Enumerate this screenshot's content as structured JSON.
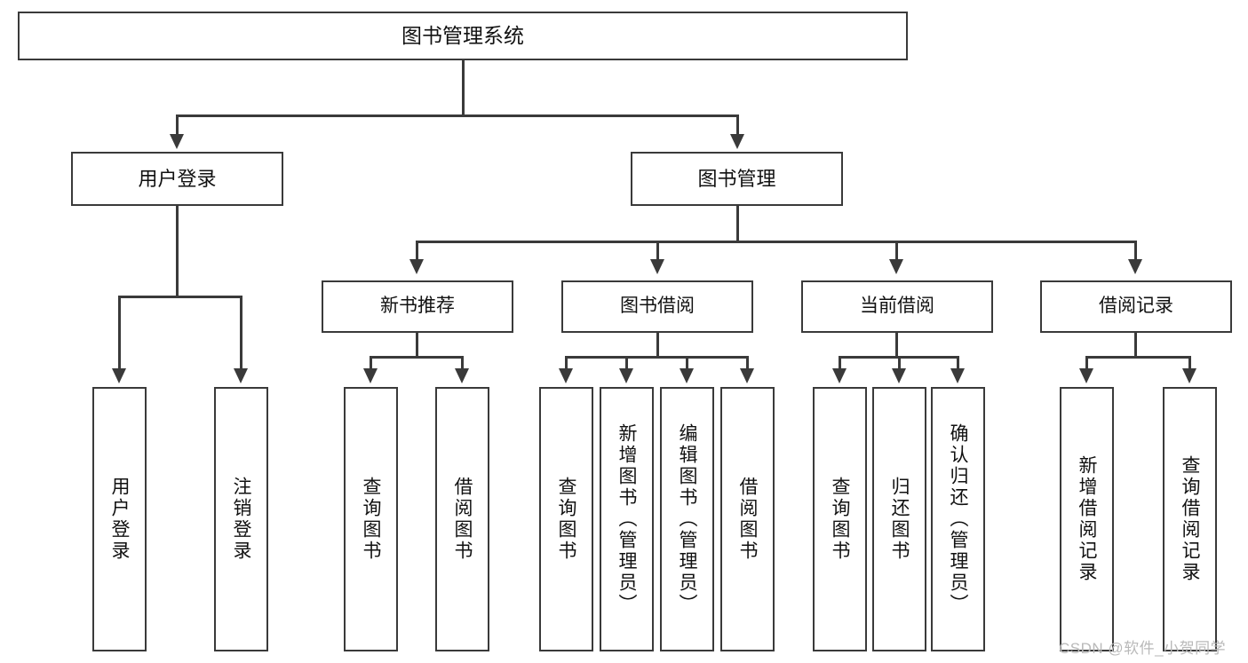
{
  "diagram": {
    "type": "tree",
    "title": "图书管理系统",
    "root": {
      "label": "图书管理系统"
    },
    "level2": [
      {
        "label": "用户登录"
      },
      {
        "label": "图书管理"
      }
    ],
    "level3": [
      {
        "label": "新书推荐"
      },
      {
        "label": "图书借阅"
      },
      {
        "label": "当前借阅"
      },
      {
        "label": "借阅记录"
      }
    ],
    "leaves": {
      "user_login": [
        {
          "label": "用户登录"
        },
        {
          "label": "注销登录"
        }
      ],
      "new_book_recommend": [
        {
          "label": "查询图书"
        },
        {
          "label": "借阅图书"
        }
      ],
      "book_borrow": [
        {
          "label": "查询图书"
        },
        {
          "label": "新增图书（管理员）"
        },
        {
          "label": "编辑图书（管理员）"
        },
        {
          "label": "借阅图书"
        }
      ],
      "current_borrow": [
        {
          "label": "查询图书"
        },
        {
          "label": "归还图书"
        },
        {
          "label": "确认归还（管理员）"
        }
      ],
      "borrow_record": [
        {
          "label": "新增借阅记录"
        },
        {
          "label": "查询借阅记录"
        }
      ]
    }
  },
  "watermark": {
    "text": "CSDN @软件_小贺同学"
  },
  "colors": {
    "stroke": "#3a3a3a",
    "text": "#111111",
    "background": "#ffffff",
    "watermark": "#b9b9b9"
  }
}
